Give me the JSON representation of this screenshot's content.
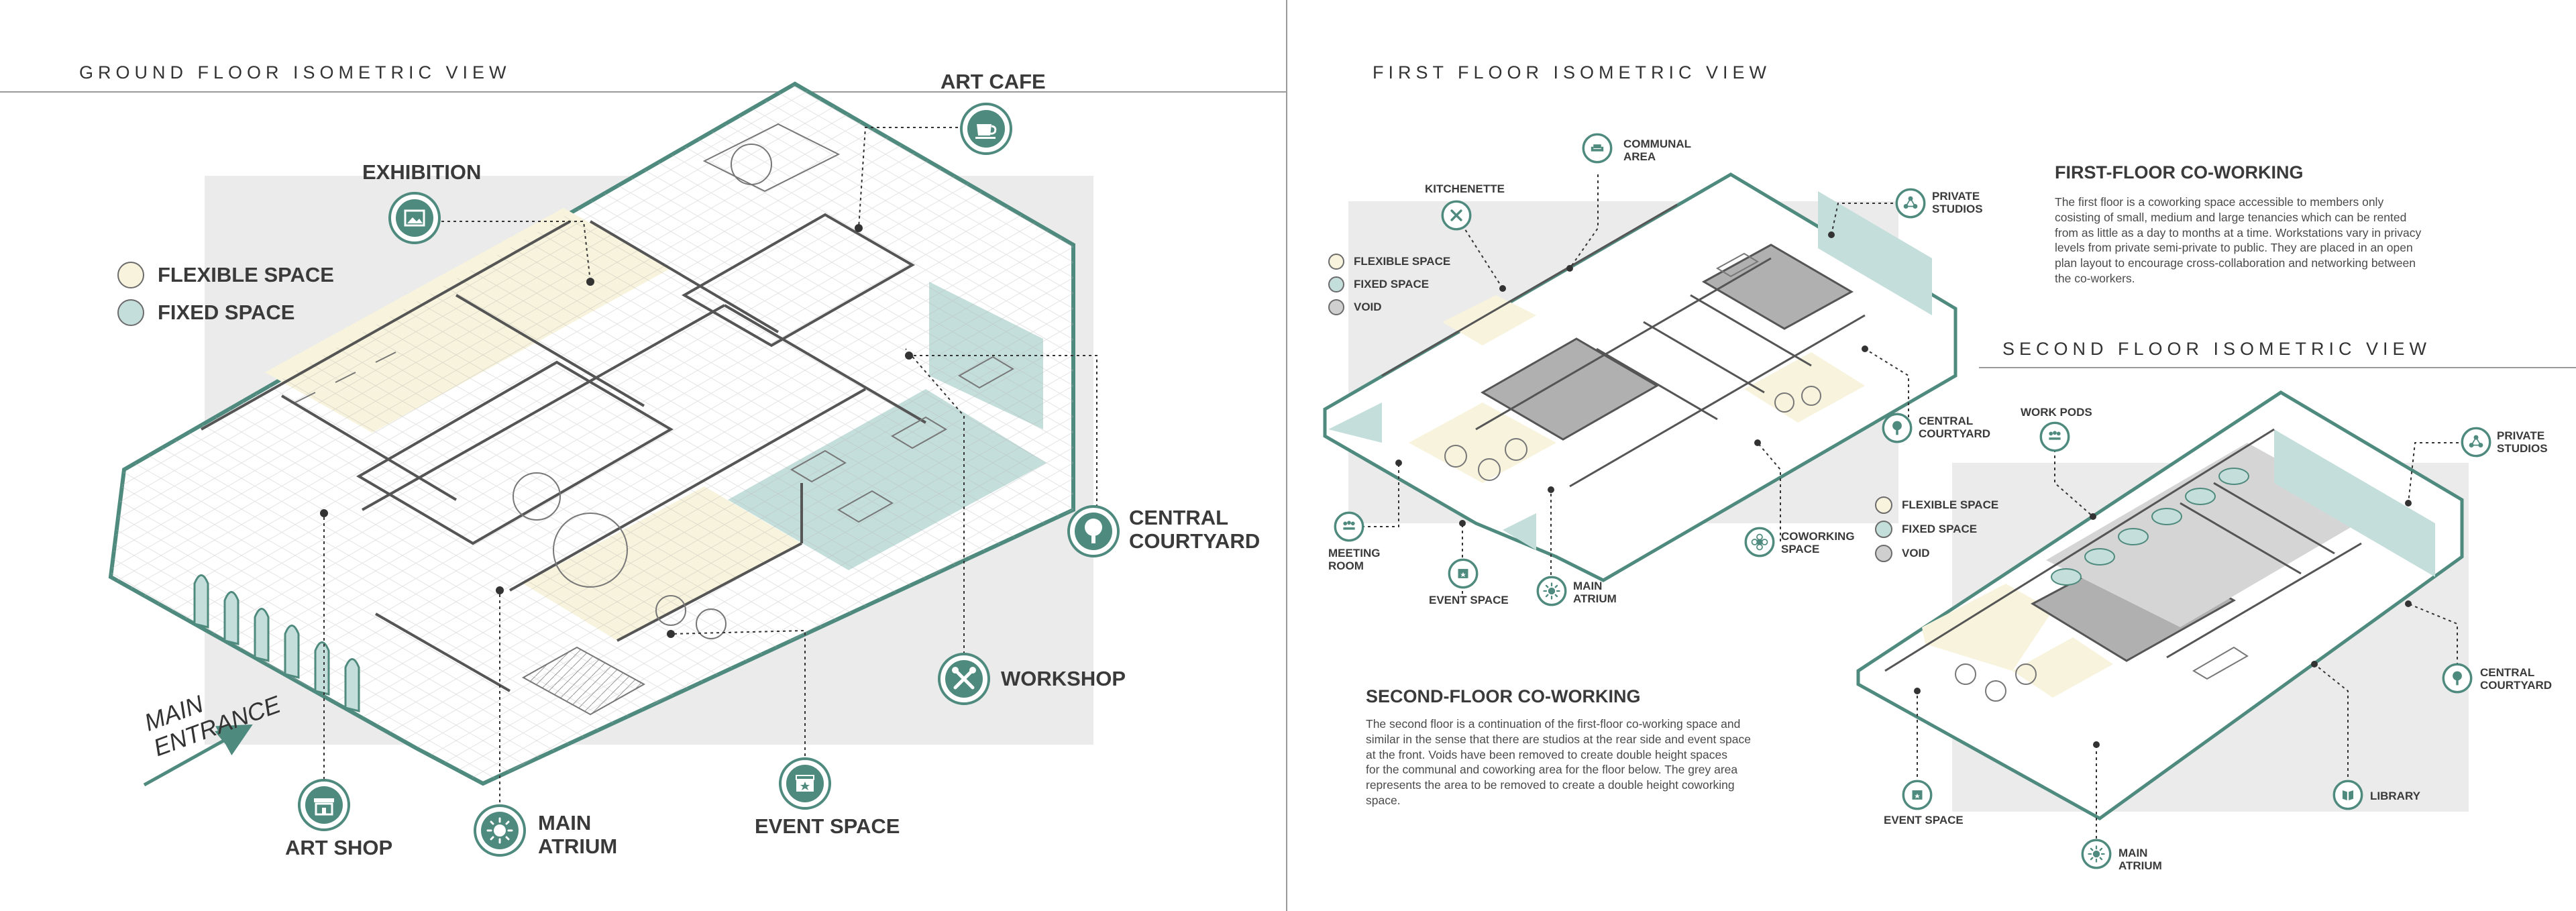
{
  "headers": {
    "ground": "GROUND FLOOR ISOMETRIC VIEW",
    "first": "FIRST FLOOR ISOMETRIC VIEW",
    "second": "SECOND FLOOR ISOMETRIC VIEW"
  },
  "colors": {
    "accent": "#4f8a7e",
    "flexible": "#f7f3dc",
    "fixed": "#c4dedb",
    "void": "#cfcfcf",
    "shade": "#ebebeb",
    "wall": "#555555"
  },
  "ground_floor": {
    "legend": [
      {
        "label": "FLEXIBLE SPACE",
        "color": "#f7f3dc"
      },
      {
        "label": "FIXED SPACE",
        "color": "#c4dedb"
      }
    ],
    "labels": {
      "exhibition": "EXHIBITION",
      "art_cafe": "ART CAFE",
      "central_courtyard_1": "CENTRAL",
      "central_courtyard_2": "COURTYARD",
      "workshop": "WORKSHOP",
      "event_space": "EVENT SPACE",
      "main_atrium_1": "MAIN",
      "main_atrium_2": "ATRIUM",
      "art_shop": "ART SHOP",
      "main_entrance_1": "MAIN",
      "main_entrance_2": "ENTRANCE"
    },
    "icons": [
      "image-icon",
      "coffee-cup-icon",
      "tree-icon",
      "tools-icon",
      "calendar-icon",
      "sun-icon",
      "shop-icon"
    ]
  },
  "first_floor": {
    "legend": [
      {
        "label": "FLEXIBLE SPACE",
        "color": "#f7f3dc"
      },
      {
        "label": "FIXED SPACE",
        "color": "#c4dedb"
      },
      {
        "label": "VOID",
        "color": "#cfcfcf"
      }
    ],
    "labels": {
      "kitchenette": "KITCHENETTE",
      "communal_1": "COMMUNAL",
      "communal_2": "AREA",
      "private_1": "PRIVATE",
      "private_2": "STUDIOS",
      "central_1": "CENTRAL",
      "central_2": "COURTYARD",
      "coworking_1": "COWORKING",
      "coworking_2": "SPACE",
      "main_atrium_1": "MAIN",
      "main_atrium_2": "ATRIUM",
      "event_space": "EVENT SPACE",
      "meeting_1": "MEETING",
      "meeting_2": "ROOM"
    },
    "text_heading": "FIRST-FLOOR CO-WORKING",
    "text_lines": [
      "The first floor is a coworking space accessible to members only",
      "cosisting of small, medium and large tenancies which can be rented",
      "from as little as a day to months at a time. Workstations vary in privacy",
      "levels from private semi-private to public. They are placed in an open",
      "plan layout to encourage cross-collaboration and networking between",
      "the co-workers."
    ]
  },
  "second_floor": {
    "legend": [
      {
        "label": "FLEXIBLE SPACE",
        "color": "#f7f3dc"
      },
      {
        "label": "FIXED SPACE",
        "color": "#c4dedb"
      },
      {
        "label": "VOID",
        "color": "#cfcfcf"
      }
    ],
    "labels": {
      "work_pods": "WORK PODS",
      "private_1": "PRIVATE",
      "private_2": "STUDIOS",
      "central_1": "CENTRAL",
      "central_2": "COURTYARD",
      "library": "LIBRARY",
      "main_atrium_1": "MAIN",
      "main_atrium_2": "ATRIUM",
      "event_space": "EVENT SPACE"
    },
    "text_heading": "SECOND-FLOOR CO-WORKING",
    "text_lines": [
      "The second floor is a continuation of the first-floor co-working space and",
      "similar in the sense that there are studios at the rear side and event space",
      "at the front. Voids have been removed to create double height spaces",
      "for the communal and coworking area for the floor below. The grey area",
      "represents the area to be removed to create a double height coworking",
      "space."
    ]
  }
}
